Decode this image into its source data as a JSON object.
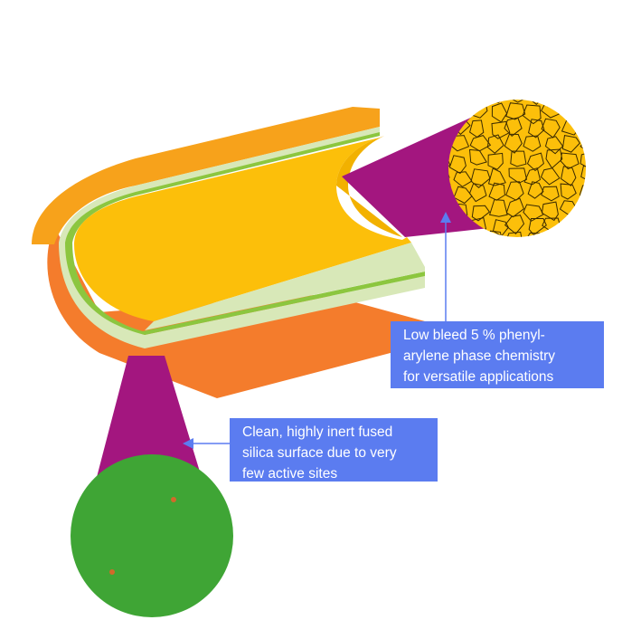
{
  "colors": {
    "background": "#ffffff",
    "outer_tube": "#f47c2c",
    "outer_tube_top": "#f7a21b",
    "tube_light_stripe": "#d8e8b8",
    "tube_green_stripe": "#8cc63f",
    "stationary_phase": "#fcbf0a",
    "zoom_cone": "#a3167f",
    "phase_circle": "#fcbf0a",
    "silica_circle": "#3fa535",
    "callout_box": "#5b7cf0",
    "callout_text": "#ffffff",
    "arrow": "#5b7cf0"
  },
  "callouts": {
    "phase": {
      "lines": [
        "Low bleed 5 % phenyl-",
        "arylene phase chemistry",
        "for versatile applications"
      ]
    },
    "silica": {
      "lines": [
        "Clean, highly inert fused",
        "silica surface due to very",
        "few active sites"
      ]
    }
  }
}
